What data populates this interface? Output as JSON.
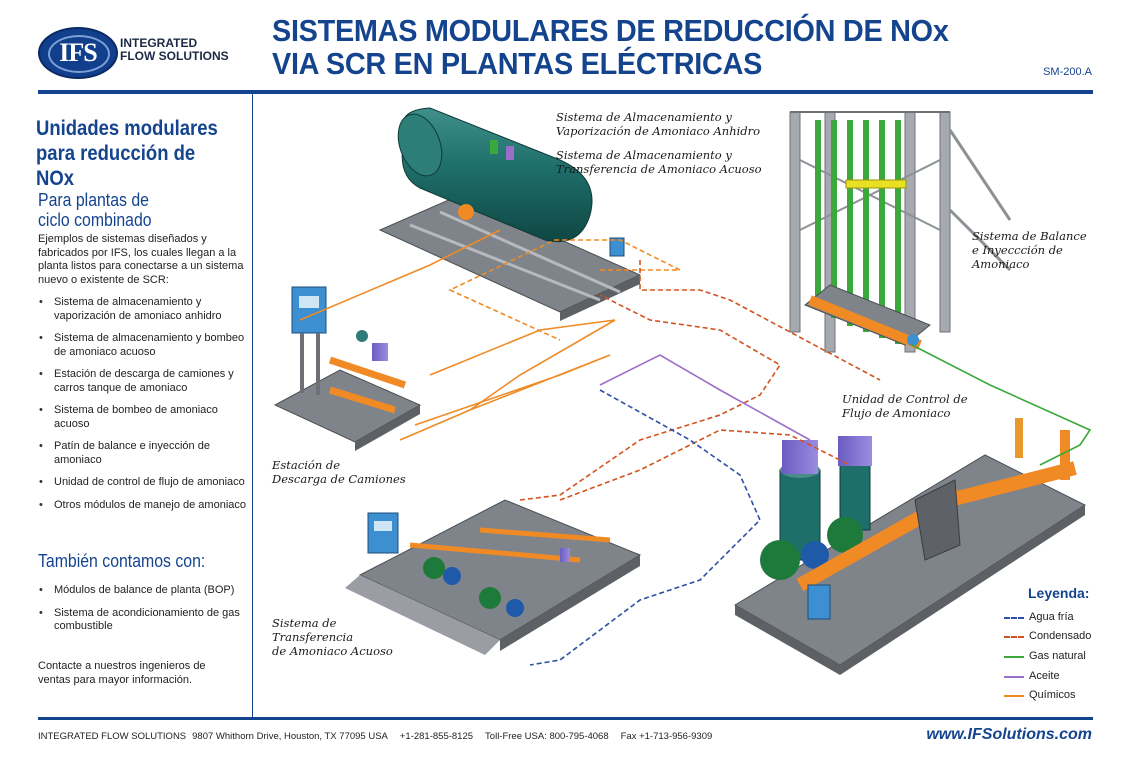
{
  "header": {
    "logo_mark": "IFS",
    "logo_line1": "INTEGRATED",
    "logo_line2": "FLOW SOLUTIONS",
    "title_line1": "SISTEMAS MODULARES DE REDUCCIÓN DE NOx",
    "title_line2": "VIA SCR EN PLANTAS ELÉCTRICAS",
    "doc_number": "SM-200.A"
  },
  "sidebar": {
    "heading_line1": "Unidades modulares",
    "heading_line2": "para reducción de NOx",
    "subheading_line1": "Para plantas de",
    "subheading_line2": "ciclo combinado",
    "intro": "Ejemplos de sistemas diseñados y fabricados por IFS, los cuales llegan a la planta listos para conectarse a un sistema nuevo o existente de SCR:",
    "items": [
      "Sistema de almacenamiento y vaporización de amoniaco anhidro",
      "Sistema de almacenamiento y bombeo de amoniaco acuoso",
      "Estación de descarga de camiones y carros tanque de amoniaco",
      "Sistema de bombeo de amoniaco acuoso",
      "Patín de balance e inyección de amoniaco",
      "Unidad de control de flujo de amoniaco",
      "Otros módulos de manejo de amoniaco"
    ],
    "also_heading": "También contamos con:",
    "also_items": [
      "Módulos de balance de planta (BOP)",
      "Sistema de acondicionamiento de gas combustible"
    ],
    "contact_line1": "Contacte a nuestros ingenieros de",
    "contact_line2": "ventas para mayor información."
  },
  "diagram": {
    "label_storage_1a": "Sistema de Almacenamiento y",
    "label_storage_1b": "Vaporización de Amoniaco Anhidro",
    "label_storage_2a": "Sistema de Almacenamiento y",
    "label_storage_2b": "Transferencia de Amoniaco Acuoso",
    "label_balance_a": "Sistema de Balance",
    "label_balance_b": "e Inyeccción de",
    "label_balance_c": "Amoniaco",
    "label_truck_a": "Estación de",
    "label_truck_b": "Descarga de Camiones",
    "label_flow_a": "Unidad de Control de",
    "label_flow_b": "Flujo de Amoniaco",
    "label_transfer_a": "Sistema de",
    "label_transfer_b": "Transferencia",
    "label_transfer_c": "de Amoniaco Acuoso"
  },
  "legend": {
    "title": "Leyenda:",
    "items": [
      {
        "label": "Agua fría",
        "color": "#2b4fa6"
      },
      {
        "label": "Condensado",
        "color": "#d2531f"
      },
      {
        "label": "Gas natural",
        "color": "#3aa83a"
      },
      {
        "label": "Aceite",
        "color": "#9a6fc7"
      },
      {
        "label": "Químicos",
        "color": "#f08a24"
      }
    ]
  },
  "colors": {
    "brand_blue": "#15448f",
    "tank_green": "#1e6e6a",
    "steel_gray": "#8c9096",
    "pipe_orange": "#f08a24",
    "pipe_green": "#3aa83a"
  },
  "footer": {
    "company": "INTEGRATED FLOW SOLUTIONS",
    "address": "9807 Whithorn Drive, Houston, TX 77095 USA",
    "phone": "+1-281-855-8125",
    "tollfree": "Toll-Free USA: 800-795-4068",
    "fax": "Fax +1-713-956-9309",
    "website": "www.IFSolutions.com"
  }
}
